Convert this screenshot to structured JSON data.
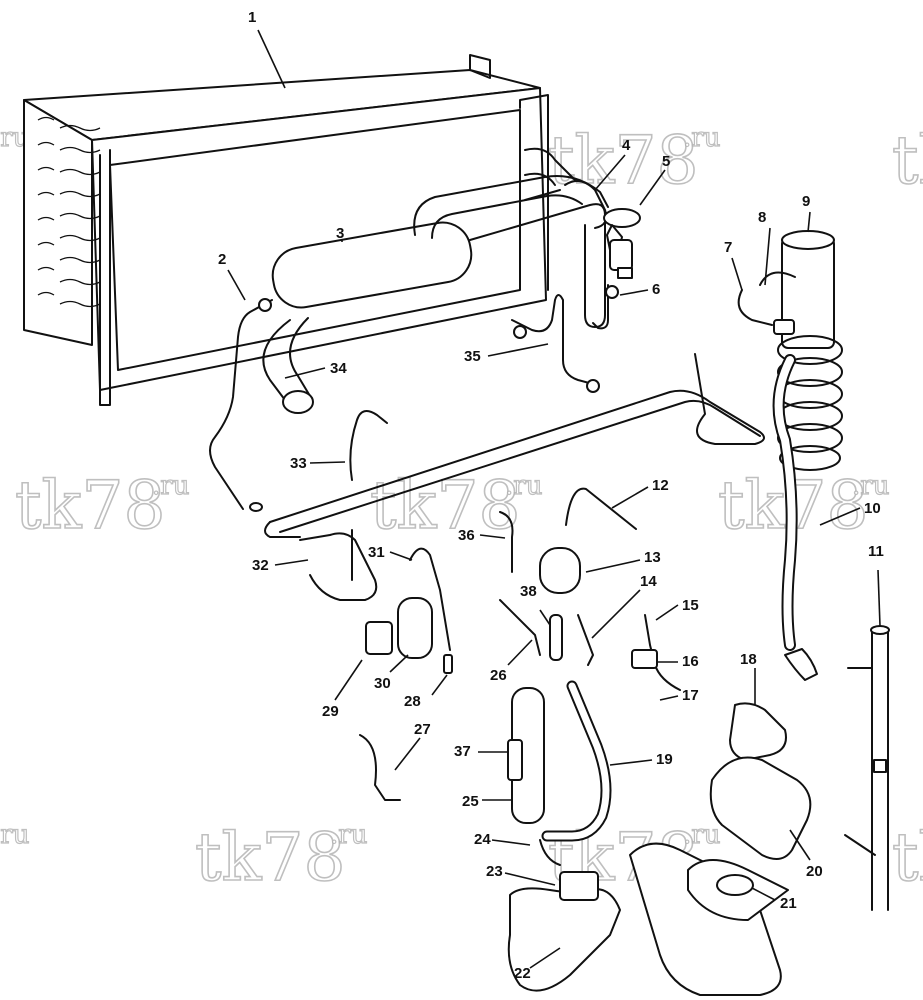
{
  "watermark": {
    "text": "tk78",
    "suffix": ".ru"
  },
  "callouts": [
    "1",
    "2",
    "3",
    "4",
    "5",
    "6",
    "7",
    "8",
    "9",
    "10",
    "11",
    "12",
    "13",
    "14",
    "15",
    "16",
    "17",
    "18",
    "19",
    "20",
    "21",
    "22",
    "23",
    "24",
    "25",
    "26",
    "27",
    "28",
    "29",
    "30",
    "31",
    "32",
    "33",
    "34",
    "35",
    "36",
    "37",
    "38"
  ]
}
